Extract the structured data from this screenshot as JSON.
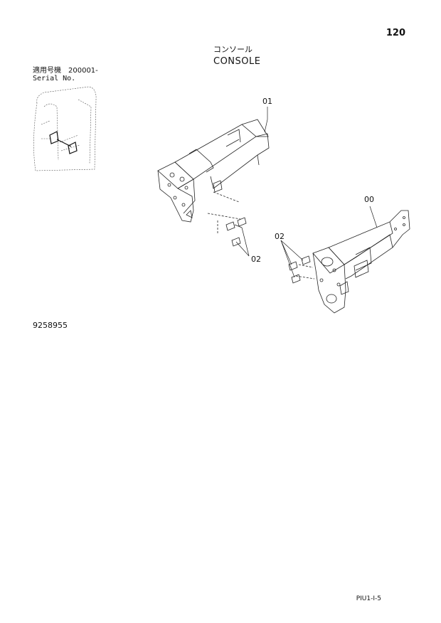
{
  "page_number": "120",
  "title_jp": "コンソール",
  "title_en": "CONSOLE",
  "serial": {
    "label_jp": "適用号機",
    "range": "200001-",
    "label_en": "Serial No."
  },
  "callouts": {
    "part_01": "01",
    "part_00": "00",
    "part_02_upper": "02",
    "part_02_lower": "02"
  },
  "drawing_number": "9258955",
  "footer_code": "PIU1-I-5"
}
